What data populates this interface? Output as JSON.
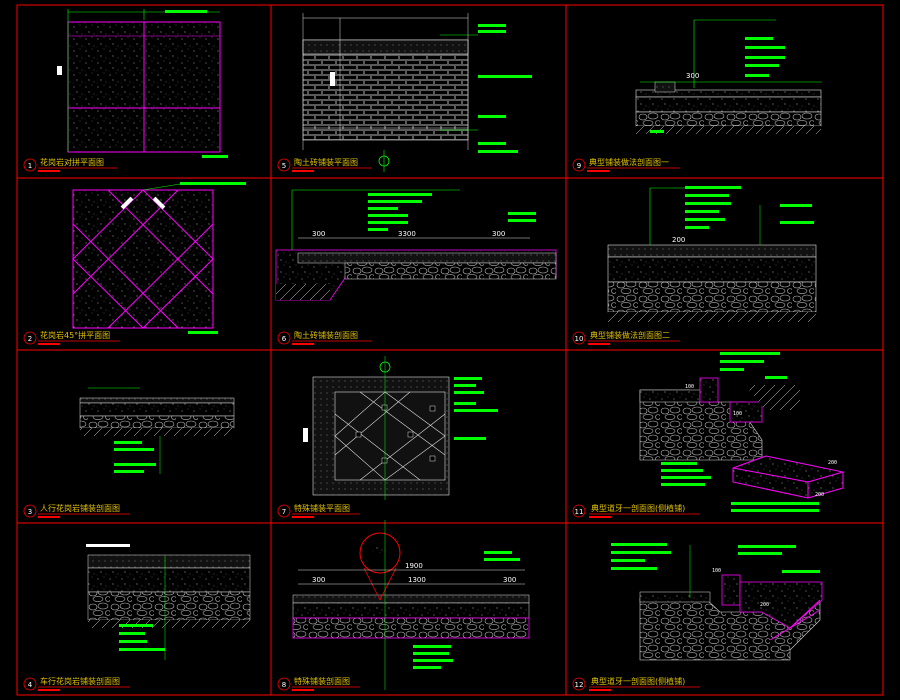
{
  "colors": {
    "background": "#000000",
    "frame": "#ff0000",
    "outline": "#ff00ff",
    "leader": "#00ff00",
    "text": "#ffffff",
    "title": "#ffff00"
  },
  "panels": [
    {
      "num": "1",
      "title": "花岗岩对拼平面图"
    },
    {
      "num": "5",
      "title": "陶土砖铺装平面图"
    },
    {
      "num": "9",
      "title": "典型铺装做法剖面图一"
    },
    {
      "num": "2",
      "title": "花岗岩45°拼平面图"
    },
    {
      "num": "6",
      "title": "陶土砖铺装剖面图"
    },
    {
      "num": "10",
      "title": "典型铺装做法剖面图二"
    },
    {
      "num": "3",
      "title": "人行花岗岩铺装剖面图"
    },
    {
      "num": "7",
      "title": "特殊铺装平面图"
    },
    {
      "num": "11",
      "title": "典型道牙一剖面图(侧植铺)"
    },
    {
      "num": "4",
      "title": "车行花岗岩铺装剖面图"
    },
    {
      "num": "8",
      "title": "特殊铺装剖面图"
    },
    {
      "num": "12",
      "title": "典型道牙一剖面图(侧植铺)"
    }
  ],
  "dimensions": {
    "p6_left": "300",
    "p6_mid": "3300",
    "p6_right": "300",
    "p8_total": "1900",
    "p8_left": "300",
    "p8_mid": "1300",
    "p8_right": "300",
    "p9_top": "300",
    "p10_top": "200",
    "p11_a": "100",
    "p11_b": "100",
    "p11_c": "200",
    "p11_d": "200",
    "p12_a": "100",
    "p12_b": "200"
  }
}
